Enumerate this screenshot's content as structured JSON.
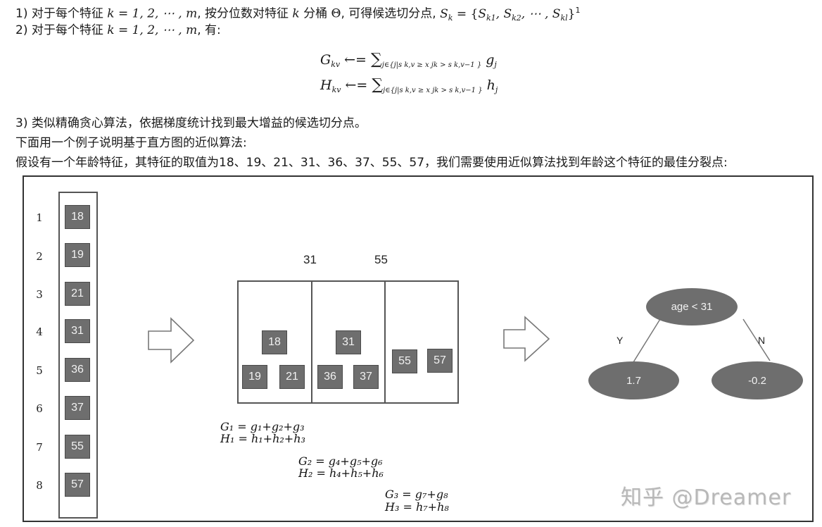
{
  "text": {
    "line1": {
      "prefix": "1) 对于每个特征 ",
      "math1": "k = 1, 2, ⋯ , m",
      "mid": ", 按分位数对特征 ",
      "math2": "k",
      "mid2": " 分桶 ",
      "math3": "Θ",
      "mid3": ", 可得候选切分点, ",
      "math4": "S",
      "math4_sub": "k",
      "math5": " = {S",
      "set_items": "k1, S k2, ⋯ , S kl",
      "formula_full": "S_k = {S_k1, S_k2, ⋯, S_kl}",
      "footnote": "1"
    },
    "line2": {
      "prefix": "2) 对于每个特征 ",
      "math1": "k = 1, 2, ⋯ , m",
      "suffix": ", 有:"
    },
    "formulas": {
      "g_lhs": "G",
      "g_lhs_sub": "kv",
      "h_lhs": "H",
      "h_lhs_sub": "kv",
      "arrow": " ←= ",
      "sigma": "∑",
      "sum_sub": "j∈{j|s k,v ≥ x jk > s k,v−1 }",
      "g_rhs": " g",
      "g_rhs_sub": "j",
      "h_rhs": " h",
      "h_rhs_sub": "j"
    },
    "line3": "3) 类似精确贪心算法，依据梯度统计找到最大增益的候选切分点。",
    "line4": "下面用一个例子说明基于直方图的近似算法:",
    "line5": "假设有一个年龄特征，其特征的取值为18、19、21、31、36、37、55、57，我们需要使用近似算法找到年龄这个特征的最佳分裂点:"
  },
  "figure": {
    "indices": [
      "1",
      "2",
      "3",
      "4",
      "5",
      "6",
      "7",
      "8"
    ],
    "values": [
      "18",
      "19",
      "21",
      "31",
      "36",
      "37",
      "55",
      "57"
    ],
    "split_labels": [
      "31",
      "55"
    ],
    "bins": [
      {
        "top": [
          "18"
        ],
        "bottom": [
          "19",
          "21"
        ]
      },
      {
        "top": [
          "31"
        ],
        "bottom": [
          "36",
          "37"
        ]
      },
      {
        "row": [
          "55",
          "57"
        ]
      }
    ],
    "stats": {
      "G1": "G₁ = g₁+g₂+g₃",
      "H1": "H₁ = h₁+h₂+h₃",
      "G2": "G₂ = g₄+g₅+g₆",
      "H2": "H₂ = h₄+h₅+h₆",
      "G3": "G₃ = g₇+g₈",
      "H3": "H₃ = h₇+h₈"
    },
    "tree": {
      "root": "age < 31",
      "yes_label": "Y",
      "no_label": "N",
      "left_leaf": "1.7",
      "right_leaf": "-0.2"
    },
    "watermark": "知乎 @Dreamer",
    "colors": {
      "cell_fill": "#6e6e6e",
      "cell_text": "#f2f2f2",
      "border": "#555555",
      "watermark": "#b8b8b8"
    }
  }
}
